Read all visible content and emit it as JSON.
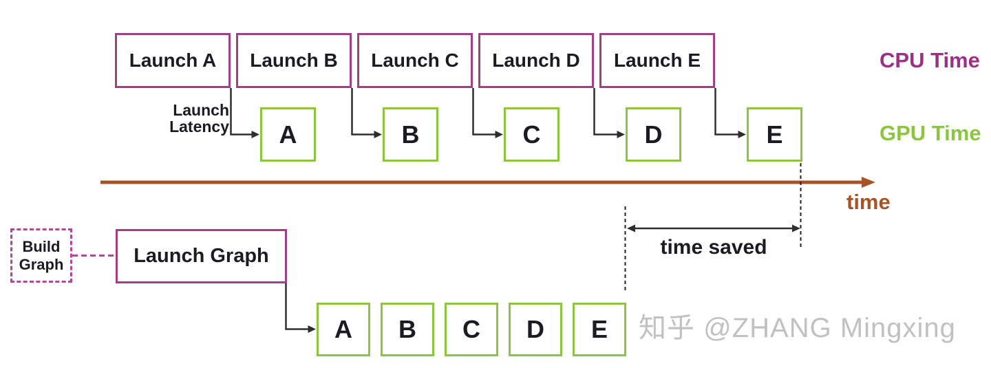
{
  "colors": {
    "cpu_purple": "#A13E86",
    "cpu_text_purple": "#9C3087",
    "gpu_green": "#8CC63E",
    "timeline_brown": "#A5542A",
    "arrow_black": "#2e2e2e",
    "watermark_gray": "#c1c1c1"
  },
  "cpu_row": {
    "legend": "CPU Time",
    "boxes": [
      "Launch A",
      "Launch B",
      "Launch C",
      "Launch D",
      "Launch E"
    ]
  },
  "gpu_row": {
    "legend": "GPU Time",
    "kernels": [
      "A",
      "B",
      "C",
      "D",
      "E"
    ]
  },
  "latency_label": {
    "line1": "Launch",
    "line2": "Latency"
  },
  "timeline": {
    "label": "time"
  },
  "time_saved": {
    "label": "time saved"
  },
  "graph_flow": {
    "build_line1": "Build",
    "build_line2": "Graph",
    "launch_label": "Launch Graph",
    "kernels": [
      "A",
      "B",
      "C",
      "D",
      "E"
    ]
  },
  "watermark": "知乎 @ZHANG Mingxing"
}
